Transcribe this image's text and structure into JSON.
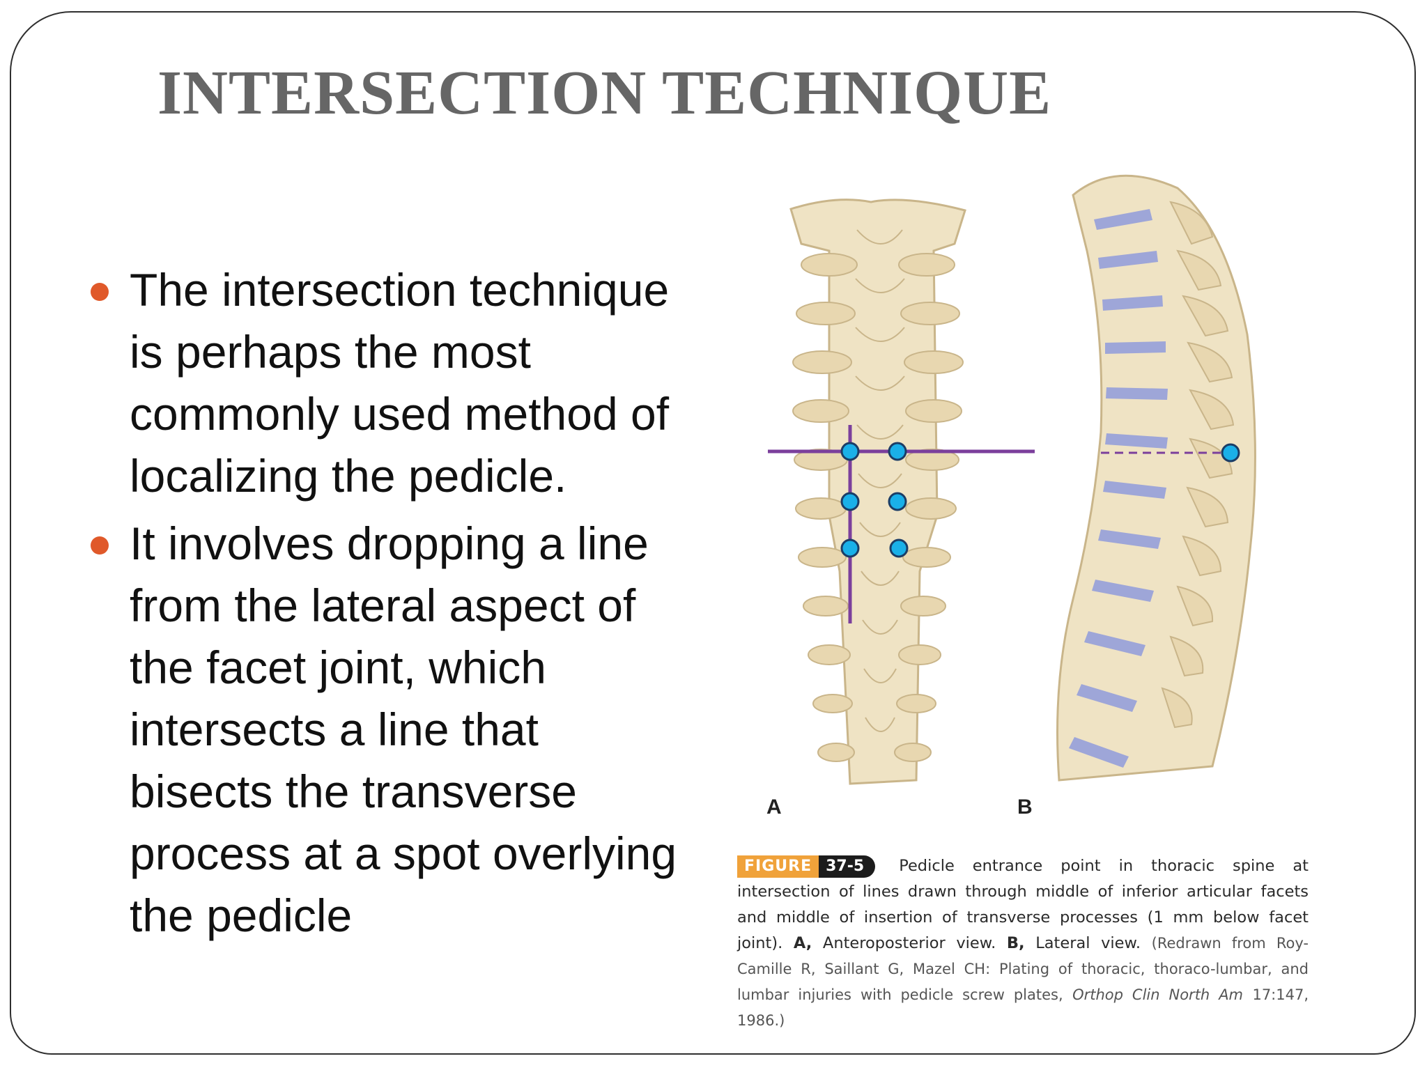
{
  "slide": {
    "title": "INTERSECTION TECHNIQUE",
    "bullets": [
      "The intersection technique is perhaps the most commonly used method of localizing the pedicle.",
      "It involves dropping a line from the lateral aspect of the facet joint, which intersects a line that bisects the transverse process at a spot overlying the pedicle"
    ]
  },
  "figure": {
    "panel_a_label": "A",
    "panel_b_label": "B",
    "caption_badge_label": "FIGURE",
    "caption_badge_number": "37-5",
    "caption_text": "Pedicle entrance point in thoracic spine at intersection of lines drawn through middle of inferior articular facets and middle of insertion of transverse processes (1 mm below facet joint).",
    "caption_a_key": "A,",
    "caption_a_text": "Anteroposterior view.",
    "caption_b_key": "B,",
    "caption_b_text": "Lateral view.",
    "caption_source": "(Redrawn from Roy-Camille R, Saillant G, Mazel CH: Plating of thoracic, thoraco-lumbar, and lumbar injuries with pedicle screw plates,",
    "caption_journal": "Orthop Clin North Am",
    "caption_citation": "17:147, 1986.)",
    "colors": {
      "bone": "#efe3c4",
      "bone_outline": "#c9b58a",
      "disc": "#9ea6d8",
      "guide_line": "#7b3f9c",
      "marker": "#1ab0e8",
      "bullet": "#e0592a"
    }
  }
}
